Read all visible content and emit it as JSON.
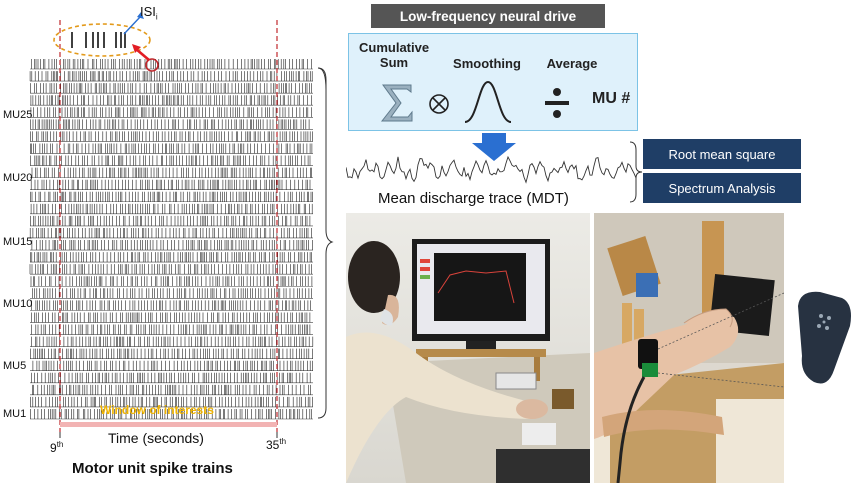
{
  "raster": {
    "isi_label": "ISI",
    "isi_sub": "i",
    "mu_labels": [
      "MU25",
      "MU20",
      "MU15",
      "MU10",
      "MU5",
      "MU1"
    ],
    "window_label": "Window of interests",
    "tick_start": "9",
    "tick_start_sup": "th",
    "tick_end": "35",
    "tick_end_sup": "th",
    "time_axis_label": "Time (seconds)",
    "caption": "Motor unit spike trains"
  },
  "process": {
    "title": "Low-frequency neural drive",
    "steps": [
      {
        "label_line1": "Cumulative",
        "label_line2": "Sum",
        "icon": "sigma-icon"
      },
      {
        "label_line1": "",
        "label_line2": "Smoothing",
        "icon": "bell-curve-icon"
      },
      {
        "label_line1": "",
        "label_line2": "Average",
        "icon": "divide-icon"
      }
    ],
    "operator_icon": "circle-times-icon",
    "mu_hash": "MU #"
  },
  "mdt": {
    "label": "Mean discharge trace (MDT)"
  },
  "analysis_buttons": [
    "Root mean square",
    "Spectrum Analysis"
  ],
  "colors": {
    "window_line": "#c0282d",
    "window_label": "#f0b400",
    "process_box": "#dff1fb",
    "title_box": "#555555",
    "button": "#1f3e66",
    "arrow": "#2a6fd1"
  }
}
